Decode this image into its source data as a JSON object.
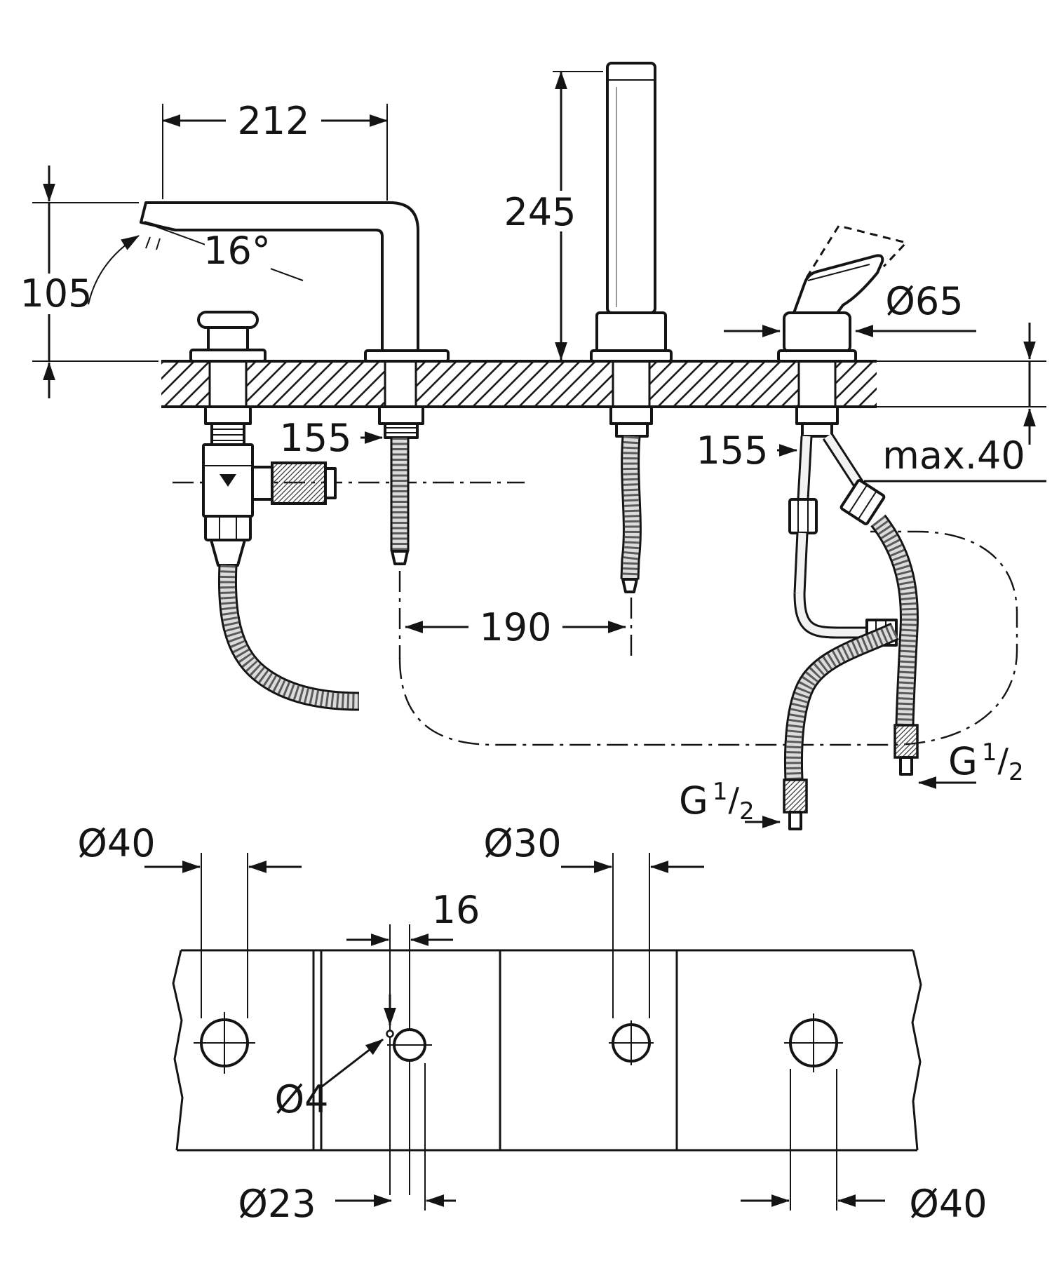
{
  "page": {
    "background": "#ffffff",
    "line_color": "#141414"
  },
  "dimensions": {
    "spout_reach": "212",
    "spout_height": "105",
    "spout_angle": "16°",
    "shower_height": "245",
    "handle_dia": "Ø65",
    "shank_left": "155",
    "shank_right": "155",
    "max_deck": "max.40",
    "hole_spacing": "190",
    "hole1_dia": "Ø40",
    "hole2_dia": "Ø23",
    "hole2_pilot_dia": "Ø4",
    "hole2_offset": "16",
    "hole3_dia": "Ø30",
    "hole4_dia": "Ø40",
    "thread": {
      "g": "G",
      "num": "1",
      "slash": "/",
      "den": "2"
    }
  }
}
